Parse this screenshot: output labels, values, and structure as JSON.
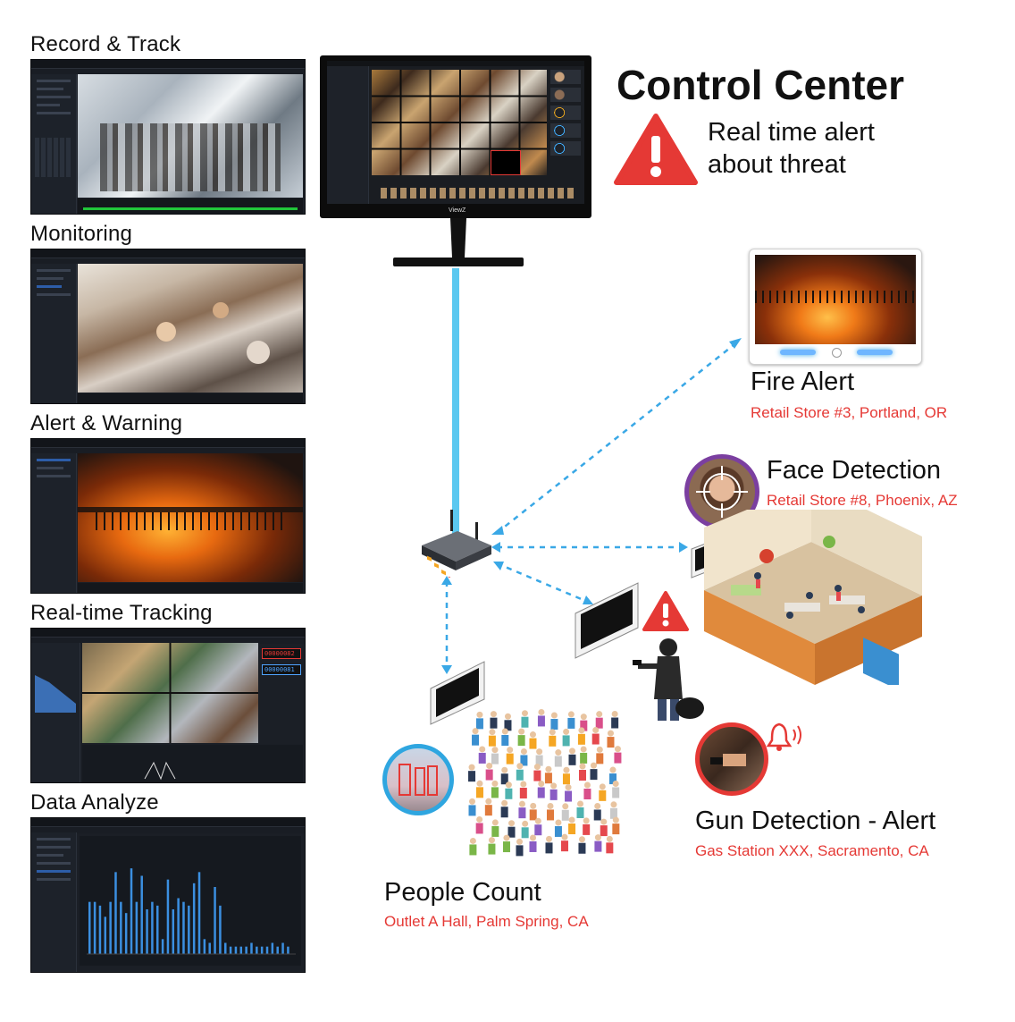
{
  "panels": [
    {
      "label": "Record & Track"
    },
    {
      "label": "Monitoring"
    },
    {
      "label": "Alert & Warning"
    },
    {
      "label": "Real-time Tracking",
      "counters": [
        "00000082",
        "00000081"
      ]
    },
    {
      "label": "Data Analyze",
      "bars": [
        14,
        14,
        13,
        10,
        14,
        22,
        14,
        11,
        23,
        14,
        21,
        12,
        14,
        13,
        4,
        20,
        12,
        15,
        14,
        13,
        19,
        22,
        4,
        3,
        18,
        13,
        3,
        2,
        2,
        2,
        2,
        3,
        2,
        2,
        2,
        3,
        2,
        3,
        2
      ]
    }
  ],
  "control_center": {
    "title": "Control Center",
    "alert_line1": "Real time alert",
    "alert_line2": "about threat",
    "monitor_brand": "ViewZ"
  },
  "nodes": {
    "fire": {
      "title": "Fire Alert",
      "location": "Retail Store #3, Portland, OR"
    },
    "face": {
      "title": "Face Detection",
      "location": "Retail Store #8, Phoenix, AZ"
    },
    "gun": {
      "title": "Gun Detection - Alert",
      "location": "Gas Station XXX, Sacramento, CA"
    },
    "people": {
      "title": "People Count",
      "location": "Outlet A Hall, Palm Spring, CA"
    }
  },
  "colors": {
    "link_cable": "#5bc8f0",
    "dashed_link": "#3aa8e6",
    "alert_red": "#e53935",
    "face_ring": "#7b3fa0",
    "people_ring": "#2fa6e0"
  },
  "icons": [
    "warning-triangle-icon",
    "router-icon",
    "alarm-bell-icon",
    "crosshair-icon"
  ]
}
